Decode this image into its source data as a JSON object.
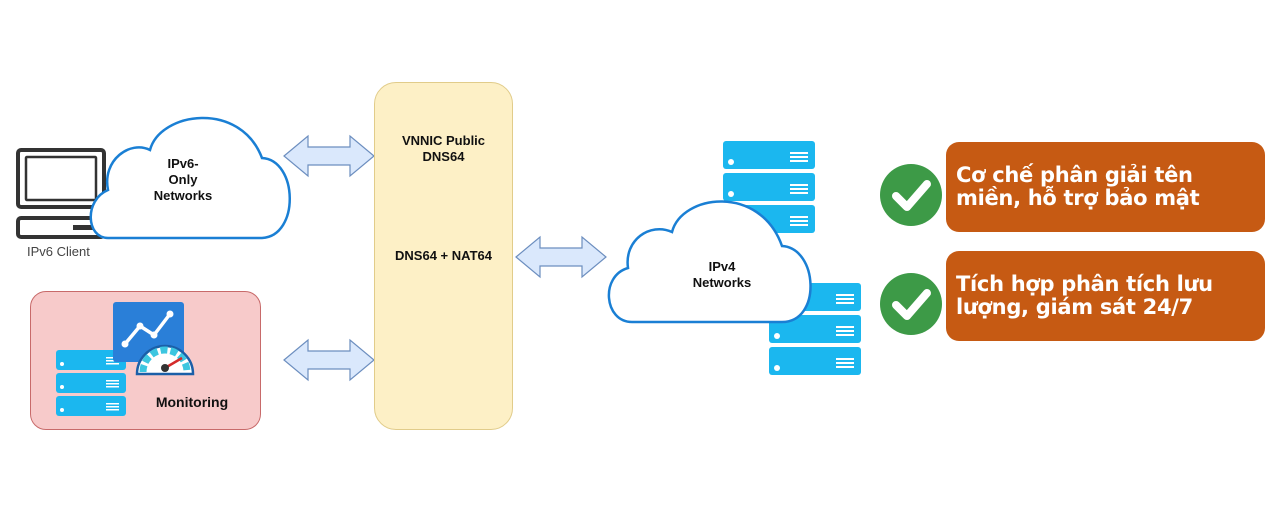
{
  "diagram": {
    "client": {
      "label": "IPv6 Client",
      "icon": "desktop-computer-icon"
    },
    "ipv6_cloud": {
      "lines": [
        "IPv6-",
        "Only",
        "Networks"
      ]
    },
    "monitoring": {
      "label": "Monitoring",
      "icons": [
        "server-stack-icon",
        "analytics-chart-icon",
        "gauge-icon"
      ]
    },
    "dns_box": {
      "title_lines": [
        "VNNIC Public",
        "DNS64"
      ],
      "subtitle": "DNS64 + NAT64"
    },
    "ipv4_cloud": {
      "lines": [
        "IPv4",
        "Networks"
      ]
    },
    "features": [
      {
        "text": "Cơ chế phân giải tên miền, hỗ trợ bảo mật",
        "icon": "check-icon"
      },
      {
        "text": "Tích hợp phân tích lưu lượng, giám sát 24/7",
        "icon": "check-icon"
      }
    ],
    "colors": {
      "cloud_stroke": "#1a7fd4",
      "arrow_fill": "#dae8fc",
      "arrow_stroke": "#6c8ebf",
      "dns_fill": "#fdf0c6",
      "monitor_fill": "#f7caca",
      "server": "#1bb7ef",
      "feature_bg": "#c65a13",
      "check_bg": "#3d9a47"
    }
  }
}
